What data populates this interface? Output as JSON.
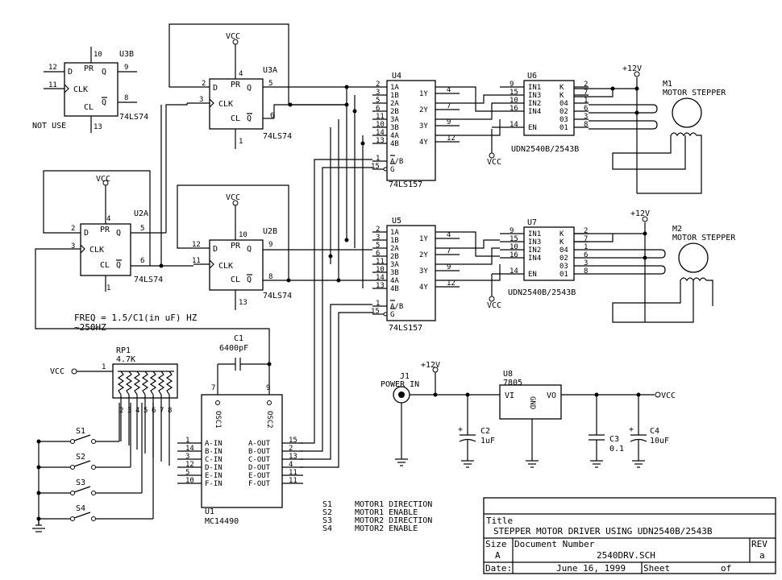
{
  "title_block": {
    "title_label": "Title",
    "title": "STEPPER MOTOR DRIVER USING UDN2540B/2543B",
    "size_label": "Size",
    "size": "A",
    "docnum_label": "Document Number",
    "docnum": "2540DRV.SCH",
    "rev_label": "REV",
    "rev": "a",
    "date_label": "Date:",
    "date": "June 16, 1999",
    "sheet_label": "Sheet",
    "of_label": "of"
  },
  "u3b": {
    "ref": "U3B",
    "part": "74LS74",
    "note": "NOT USE",
    "p_d": "D",
    "p_clk": "CLK",
    "p_q": "Q",
    "p_qb": "Q",
    "p_pr": "PR",
    "p_cl": "CL",
    "n_d": "12",
    "n_clk": "11",
    "n_q": "9",
    "n_qb": "8",
    "n_pr": "10",
    "n_cl": "13"
  },
  "u3a": {
    "ref": "U3A",
    "part": "74LS74",
    "vcc": "VCC",
    "p_d": "D",
    "p_clk": "CLK",
    "p_q": "Q",
    "p_qb": "Q",
    "p_pr": "PR",
    "p_cl": "CL",
    "n_d": "2",
    "n_clk": "3",
    "n_q": "5",
    "n_qb": "6",
    "n_pr": "4",
    "n_cl": "1"
  },
  "u2a": {
    "ref": "U2A",
    "part": "74LS74",
    "vcc": "VCC",
    "p_d": "D",
    "p_clk": "CLK",
    "p_q": "Q",
    "p_qb": "Q",
    "p_pr": "PR",
    "p_cl": "CL",
    "n_d": "2",
    "n_clk": "3",
    "n_q": "5",
    "n_qb": "6",
    "n_pr": "4",
    "n_cl": "1"
  },
  "u2b": {
    "ref": "U2B",
    "part": "74LS74",
    "vcc": "VCC",
    "p_d": "D",
    "p_clk": "CLK",
    "p_q": "Q",
    "p_qb": "Q",
    "p_pr": "PR",
    "p_cl": "CL",
    "n_d": "12",
    "n_clk": "11",
    "n_q": "9",
    "n_qb": "8",
    "n_pr": "10",
    "n_cl": "13"
  },
  "mux_pins_left": [
    "1A",
    "1B",
    "2A",
    "2B",
    "3A",
    "3B",
    "4A",
    "4B"
  ],
  "mux_pins_right": [
    "1Y",
    "2Y",
    "3Y",
    "4Y"
  ],
  "mux_pin_ab": "A/B",
  "mux_pin_g": "G",
  "u4": {
    "ref": "U4",
    "part": "74LS157",
    "n_left": [
      "2",
      "3",
      "5",
      "6",
      "11",
      "10",
      "14",
      "13"
    ],
    "n_right": [
      "4",
      "7",
      "9",
      "12"
    ],
    "n_ab": "1",
    "n_g": "15"
  },
  "u5": {
    "ref": "U5",
    "part": "74LS157",
    "n_left": [
      "2",
      "3",
      "5",
      "6",
      "11",
      "10",
      "14",
      "13"
    ],
    "n_right": [
      "4",
      "7",
      "9",
      "12"
    ],
    "n_ab": "1",
    "n_g": "15"
  },
  "udn_pins_left": [
    "IN1",
    "IN3",
    "IN2",
    "IN4",
    "EN"
  ],
  "udn_pins_right": [
    "K",
    "K",
    "04",
    "02",
    "03",
    "01"
  ],
  "u6": {
    "ref": "U6",
    "part": "UDN2540B/2543B",
    "vcc": "VCC",
    "n_left": [
      "9",
      "15",
      "10",
      "16",
      "14"
    ],
    "n_right": [
      "2",
      "7",
      "1",
      "6",
      "3",
      "8"
    ]
  },
  "u7": {
    "ref": "U7",
    "part": "UDN2540B/2543B",
    "vcc": "VCC",
    "n_left": [
      "9",
      "15",
      "10",
      "16",
      "14"
    ],
    "n_right": [
      "2",
      "7",
      "1",
      "6",
      "3",
      "8"
    ]
  },
  "m1": {
    "ref": "M1",
    "label": "MOTOR STEPPER",
    "supply": "+12V"
  },
  "m2": {
    "ref": "M2",
    "label": "MOTOR STEPPER",
    "supply": "+12V"
  },
  "freq_note": "FREQ = 1.5/C1(in uF) HZ",
  "freq_note2": "~250HZ",
  "c1": {
    "ref": "C1",
    "value": "6400pF"
  },
  "rp1": {
    "ref": "RP1",
    "value": "4.7K",
    "vcc": "VCC",
    "n_common": "1",
    "n_pins": [
      "2",
      "3",
      "4",
      "5",
      "6",
      "7",
      "8"
    ]
  },
  "u1": {
    "ref": "U1",
    "part": "MC14490",
    "osc1": "OSC1",
    "osc2": "OSC2",
    "n_osc1": "7",
    "n_osc2": "9",
    "in_pins": [
      "A-IN",
      "B-IN",
      "C-IN",
      "D-IN",
      "E-IN",
      "F-IN"
    ],
    "out_pins": [
      "A-OUT",
      "B-OUT",
      "C-OUT",
      "D-OUT",
      "E-OUT",
      "F-OUT"
    ],
    "n_in": [
      "1",
      "14",
      "3",
      "12",
      "5",
      "10"
    ],
    "n_out": [
      "15",
      "2",
      "13",
      "4",
      "11",
      "11"
    ]
  },
  "switches": [
    "S1",
    "S2",
    "S3",
    "S4"
  ],
  "switch_legend": [
    {
      "ref": "S1",
      "desc": "MOTOR1 DIRECTION"
    },
    {
      "ref": "S2",
      "desc": "MOTOR1 ENABLE"
    },
    {
      "ref": "S3",
      "desc": "MOTOR2 DIRECTION"
    },
    {
      "ref": "S4",
      "desc": "MOTOR2 ENABLE"
    }
  ],
  "j1": {
    "ref": "J1",
    "label": "POWER IN",
    "supply": "+12V"
  },
  "u8": {
    "ref": "U8",
    "part": "7805",
    "vi": "VI",
    "vo": "VO",
    "gnd": "GND",
    "vcc": "VCC"
  },
  "c2": {
    "ref": "C2",
    "value": "1uF",
    "pol": "+"
  },
  "c3": {
    "ref": "C3",
    "value": "0.1"
  },
  "c4": {
    "ref": "C4",
    "value": "10uF",
    "pol": "+"
  }
}
